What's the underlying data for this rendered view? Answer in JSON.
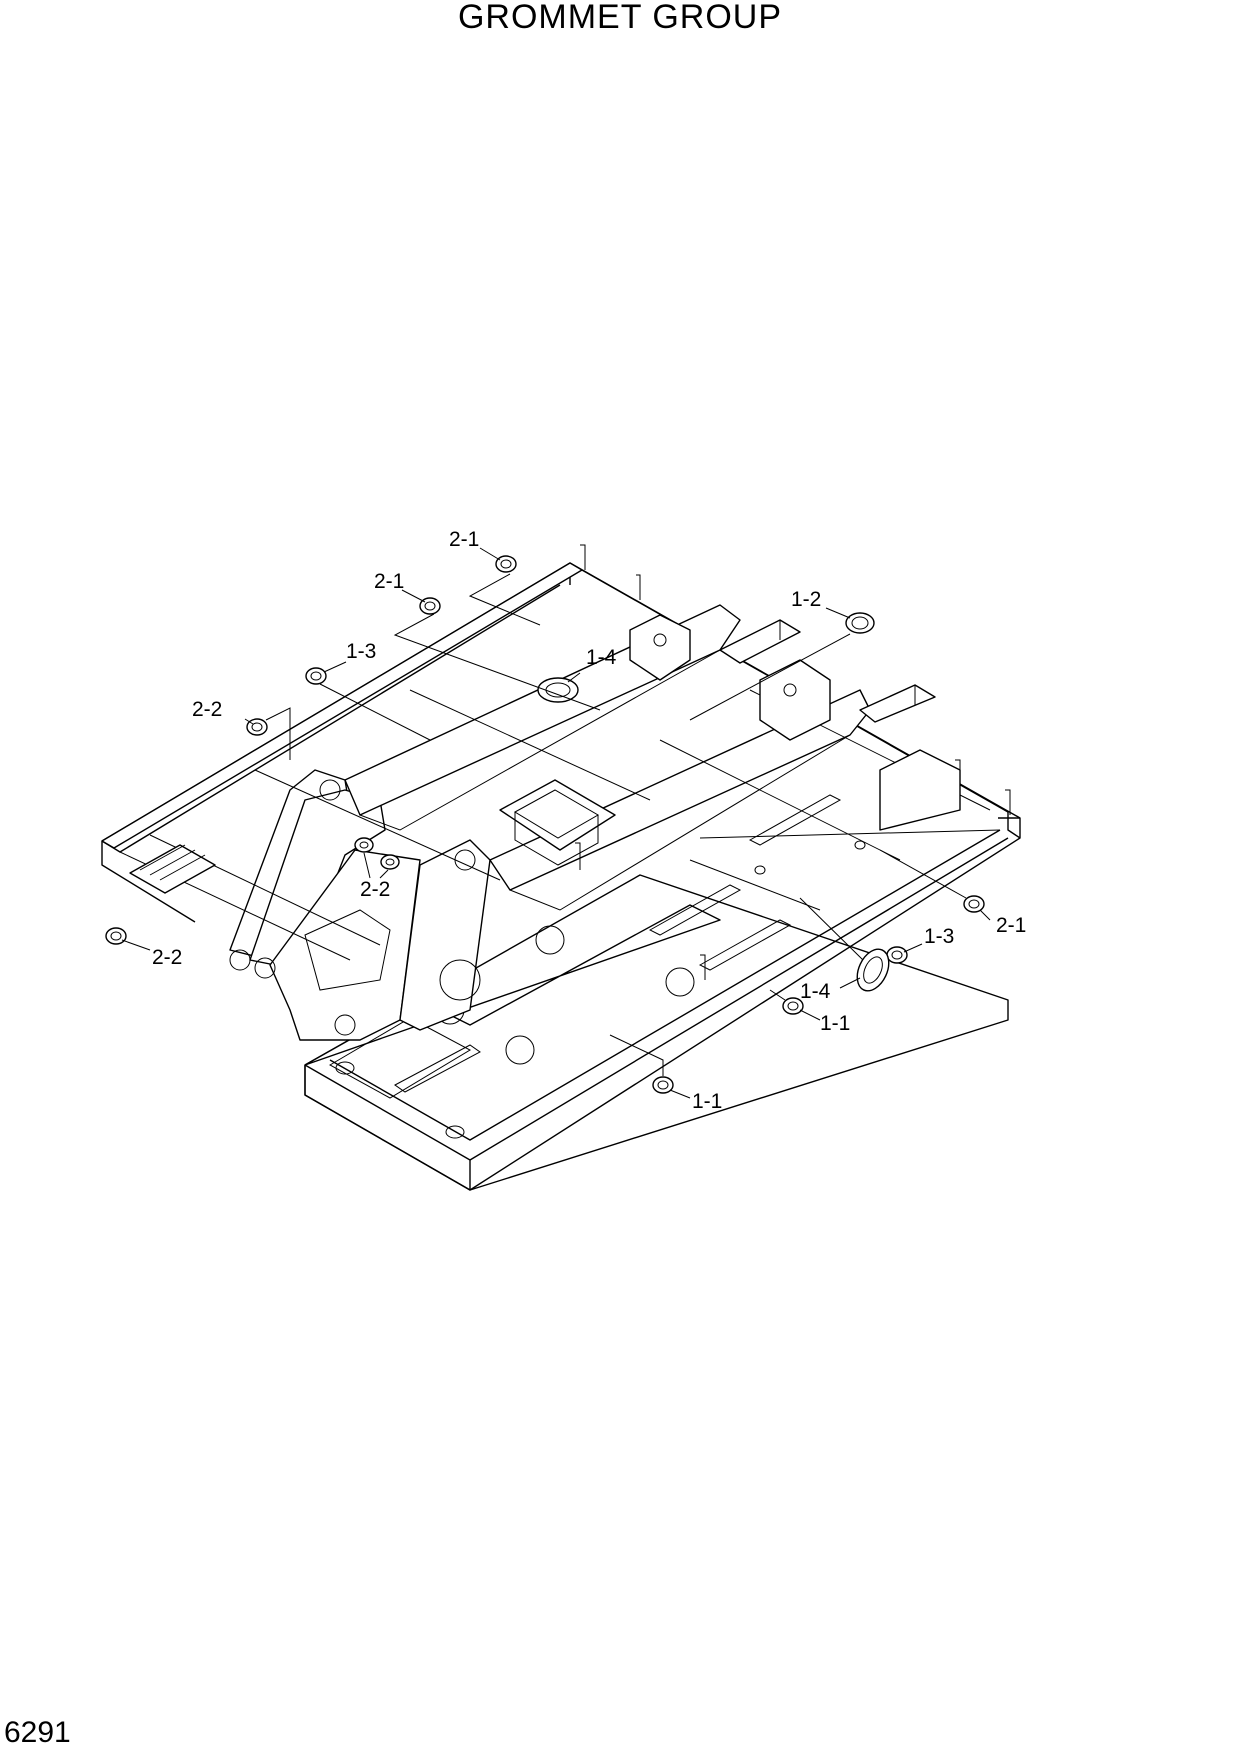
{
  "page": {
    "title": "GROMMET GROUP",
    "page_number": "6291"
  },
  "callouts": [
    {
      "id": "c-2-1-top",
      "label": "2-1"
    },
    {
      "id": "c-2-1-mid",
      "label": "2-1"
    },
    {
      "id": "c-1-2",
      "label": "1-2"
    },
    {
      "id": "c-1-3-left",
      "label": "1-3"
    },
    {
      "id": "c-1-4-top",
      "label": "1-4"
    },
    {
      "id": "c-2-2-left",
      "label": "2-2"
    },
    {
      "id": "c-2-2-center",
      "label": "2-2"
    },
    {
      "id": "c-2-2-bottom",
      "label": "2-2"
    },
    {
      "id": "c-2-1-right",
      "label": "2-1"
    },
    {
      "id": "c-1-3-right",
      "label": "1-3"
    },
    {
      "id": "c-1-4-right",
      "label": "1-4"
    },
    {
      "id": "c-1-1-right",
      "label": "1-1"
    },
    {
      "id": "c-1-1-bottom",
      "label": "1-1"
    }
  ]
}
